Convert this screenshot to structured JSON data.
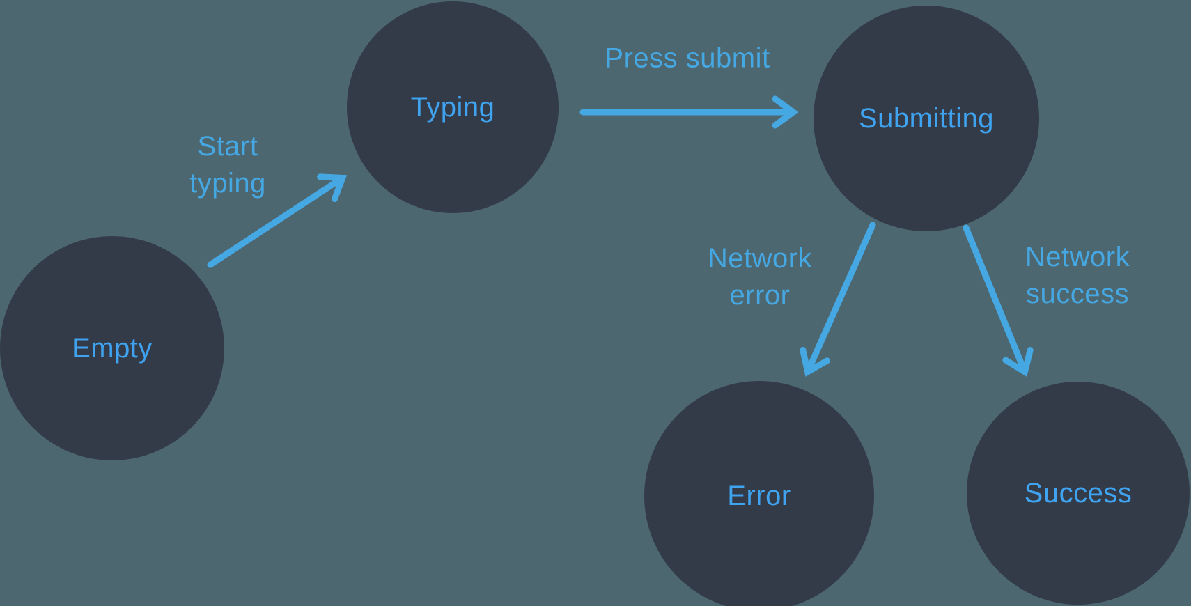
{
  "nodes": [
    {
      "id": "empty",
      "label": "Empty"
    },
    {
      "id": "typing",
      "label": "Typing"
    },
    {
      "id": "submitting",
      "label": "Submitting"
    },
    {
      "id": "error",
      "label": "Error"
    },
    {
      "id": "success",
      "label": "Success"
    }
  ],
  "edges": [
    {
      "id": "start-typing",
      "from": "empty",
      "to": "typing",
      "label": "Start\ntyping"
    },
    {
      "id": "press-submit",
      "from": "typing",
      "to": "submitting",
      "label": "Press submit"
    },
    {
      "id": "network-error",
      "from": "submitting",
      "to": "error",
      "label": "Network\nerror"
    },
    {
      "id": "network-success",
      "from": "submitting",
      "to": "success",
      "label": "Network\nsuccess"
    }
  ],
  "colors": {
    "background": "#4D6771",
    "node_fill": "#333B48",
    "node_text": "#3FA3F0",
    "edge": "#45A8E3"
  }
}
